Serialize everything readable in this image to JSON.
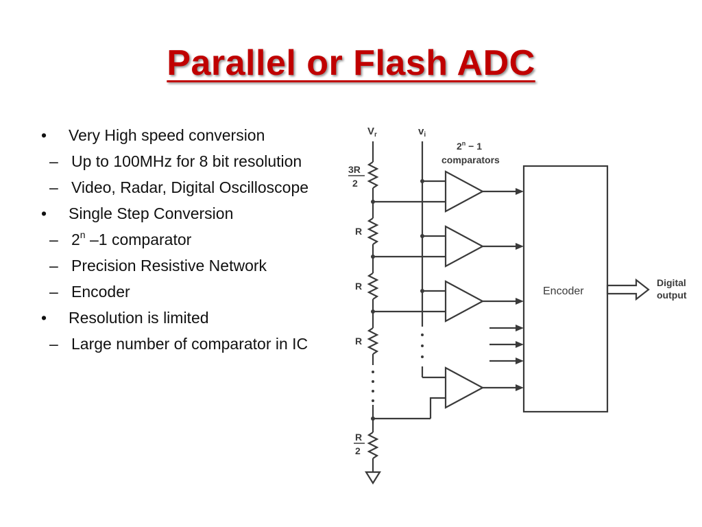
{
  "slide": {
    "title": "Parallel or Flash ADC"
  },
  "bullets": {
    "b1": "Very High speed conversion",
    "b1_1": "Up to 100MHz for 8 bit resolution",
    "b1_2": "Video, Radar, Digital Oscilloscope",
    "b2": "Single Step Conversion",
    "b2_1_base": "2",
    "b2_1_sup": "n",
    "b2_1_rest": " –1 comparator",
    "b2_2": "Precision Resistive Network",
    "b2_3": "Encoder",
    "b3": "Resolution is limited",
    "b3_1": "Large number of comparator in IC",
    "bullet_symbol": "•",
    "dash_symbol": "–"
  },
  "diagram": {
    "vr_label": "V",
    "vr_sub": "r",
    "vi_label": "v",
    "vi_sub": "i",
    "comp_count_base": "2",
    "comp_count_sup": "n",
    "comp_count_rest": " − 1",
    "comparators_label": "comparators",
    "r_top_num": "3R",
    "r_top_den": "2",
    "r_label": "R",
    "r_bot_num": "R",
    "r_bot_den": "2",
    "encoder_label": "Encoder",
    "output_line1": "Digital",
    "output_line2": "output"
  },
  "colors": {
    "title": "#c00000",
    "text": "#111111",
    "diagram_ink": "#3a3a3a"
  }
}
